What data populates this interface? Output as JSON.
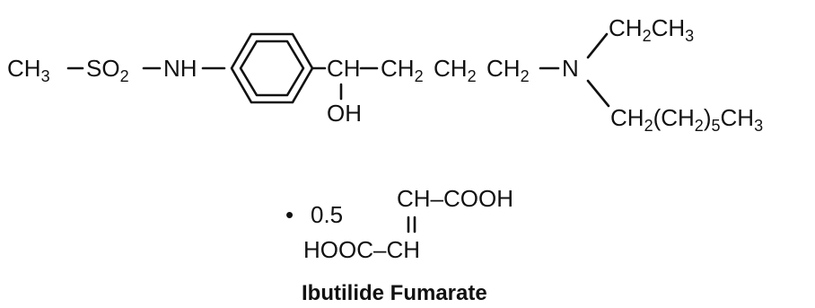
{
  "structure": {
    "left_chain": {
      "ch": "CH",
      "ch_sub": "3",
      "so": "SO",
      "so_sub": "2",
      "nh": "NH"
    },
    "chain": {
      "ch1": "CH",
      "ch2": "CH",
      "ch2_sub": "2",
      "ch3": "CH",
      "ch3_sub": "2",
      "ch4": "CH",
      "ch4_sub": "2",
      "n": "N"
    },
    "hydroxyl": "OH",
    "ethyl": {
      "ch": "CH",
      "sub1": "2",
      "ch2": "CH",
      "sub2": "3"
    },
    "heptyl": {
      "ch": "CH",
      "sub1": "2",
      "paren": "(CH",
      "sub2": "2",
      "close": ")",
      "sub3": "5",
      "ch3": "CH",
      "sub4": "3"
    }
  },
  "salt": {
    "bullet": "•",
    "ratio": "0.5",
    "top": "CH–COOH",
    "bottom": "HOOC–CH"
  },
  "caption": "Ibutilide Fumarate"
}
